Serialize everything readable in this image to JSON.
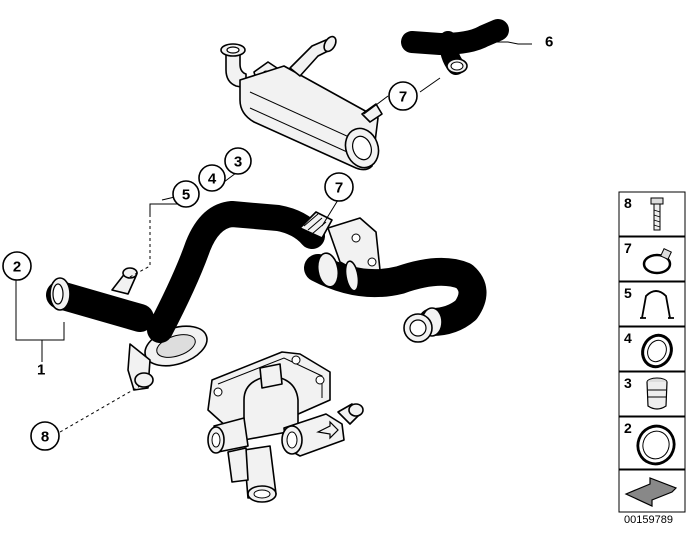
{
  "diagram": {
    "callouts": [
      {
        "id": "c6",
        "label": "6"
      },
      {
        "id": "c7-top",
        "label": "7"
      },
      {
        "id": "c3",
        "label": "3"
      },
      {
        "id": "c4",
        "label": "4"
      },
      {
        "id": "c5",
        "label": "5"
      },
      {
        "id": "c7-mid",
        "label": "7"
      },
      {
        "id": "c2",
        "label": "2"
      },
      {
        "id": "c1",
        "label": "1"
      },
      {
        "id": "c8",
        "label": "8"
      }
    ],
    "legend": [
      {
        "num": "8",
        "icon": "bolt-icon"
      },
      {
        "num": "7",
        "icon": "hose-clamp-icon"
      },
      {
        "num": "5",
        "icon": "spring-clip-icon"
      },
      {
        "num": "4",
        "icon": "o-ring-icon"
      },
      {
        "num": "3",
        "icon": "plug-icon"
      },
      {
        "num": "2",
        "icon": "seal-ring-icon"
      }
    ],
    "reference_code": "00159789"
  }
}
